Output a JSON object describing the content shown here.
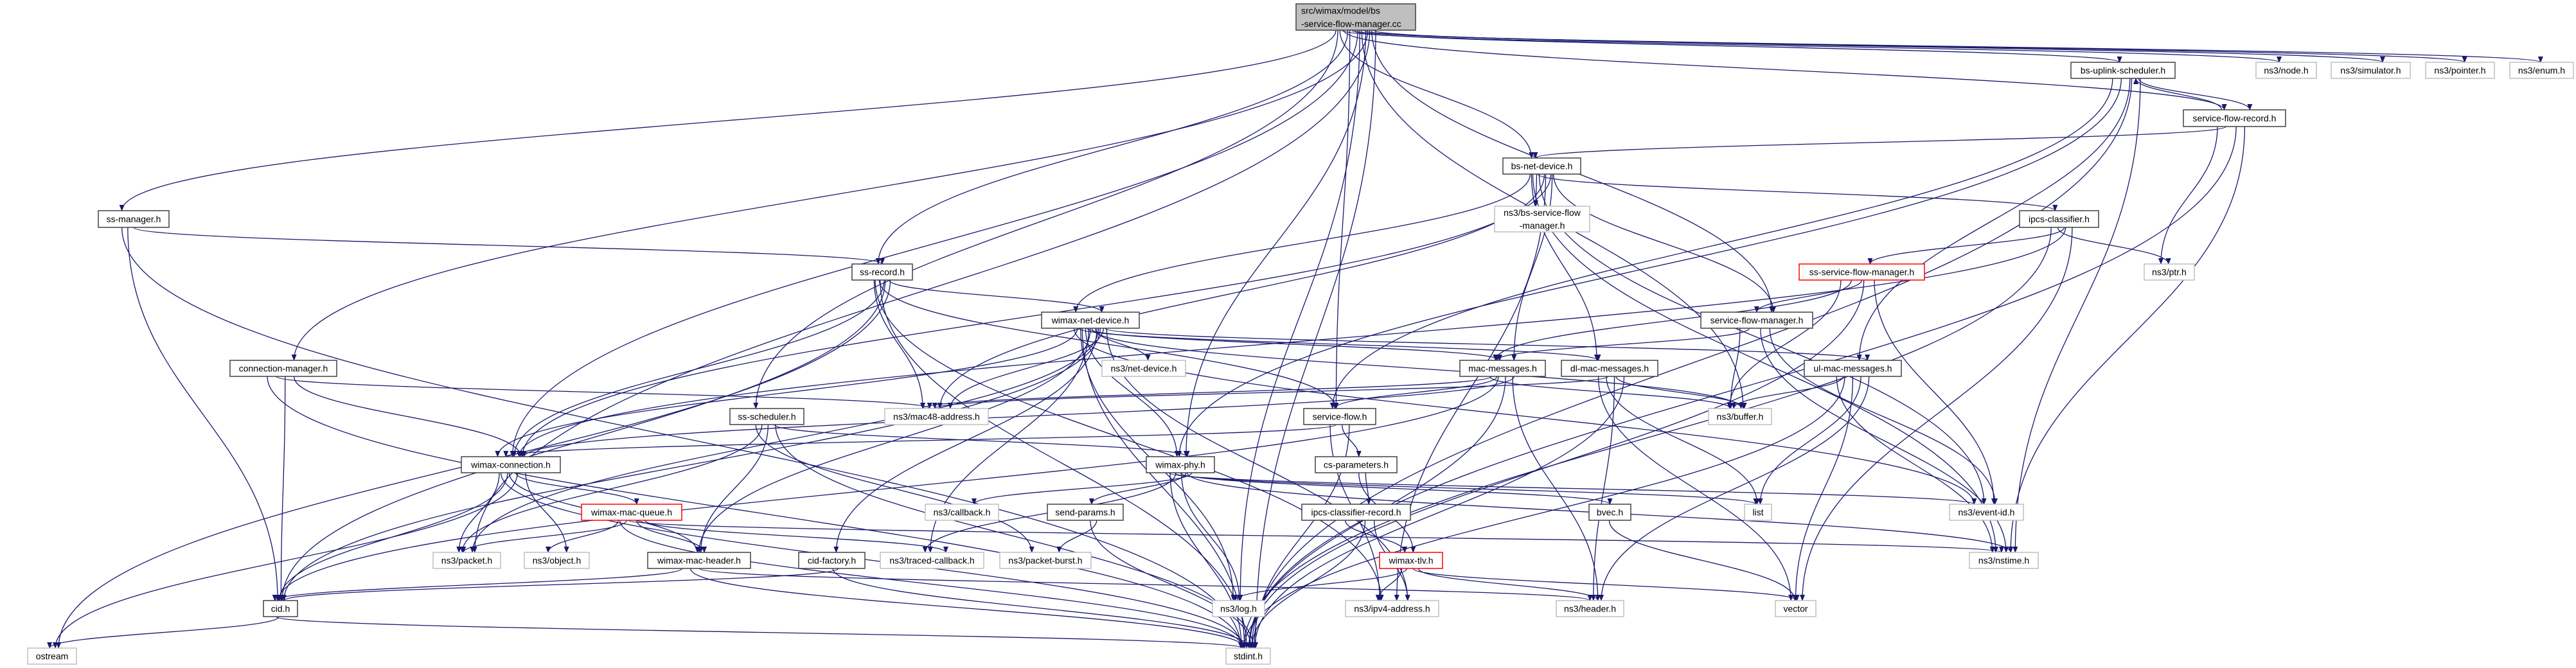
{
  "graph": {
    "type": "include-dependency-graph",
    "colors": {
      "edge": "#191970",
      "documented_border": "#404040",
      "external_border": "#bfbfbf",
      "incomplete_border": "#ff0000",
      "root_fill": "#bfbfbf"
    },
    "nodes": [
      {
        "id": "root",
        "label": [
          "src/wimax/model/bs",
          "-service-flow-manager.cc"
        ],
        "kind": "root"
      },
      {
        "id": "bsus",
        "label": [
          "bs-uplink-scheduler.h"
        ],
        "kind": "documented"
      },
      {
        "id": "node",
        "label": [
          "ns3/node.h"
        ],
        "kind": "external"
      },
      {
        "id": "sim",
        "label": [
          "ns3/simulator.h"
        ],
        "kind": "external"
      },
      {
        "id": "pointer",
        "label": [
          "ns3/pointer.h"
        ],
        "kind": "external"
      },
      {
        "id": "enum",
        "label": [
          "ns3/enum.h"
        ],
        "kind": "external"
      },
      {
        "id": "sfr",
        "label": [
          "service-flow-record.h"
        ],
        "kind": "documented"
      },
      {
        "id": "bsnd",
        "label": [
          "bs-net-device.h"
        ],
        "kind": "documented"
      },
      {
        "id": "ssm",
        "label": [
          "ss-manager.h"
        ],
        "kind": "documented"
      },
      {
        "id": "bssfm",
        "label": [
          "ns3/bs-service-flow",
          "-manager.h"
        ],
        "kind": "external"
      },
      {
        "id": "ipcs",
        "label": [
          "ipcs-classifier.h"
        ],
        "kind": "documented"
      },
      {
        "id": "ssr",
        "label": [
          "ss-record.h"
        ],
        "kind": "documented"
      },
      {
        "id": "sssfm",
        "label": [
          "ss-service-flow-manager.h"
        ],
        "kind": "incomplete"
      },
      {
        "id": "ptr",
        "label": [
          "ns3/ptr.h"
        ],
        "kind": "external"
      },
      {
        "id": "wnd",
        "label": [
          "wimax-net-device.h"
        ],
        "kind": "documented"
      },
      {
        "id": "sfmgr",
        "label": [
          "service-flow-manager.h"
        ],
        "kind": "documented"
      },
      {
        "id": "cm",
        "label": [
          "connection-manager.h"
        ],
        "kind": "documented"
      },
      {
        "id": "netdev",
        "label": [
          "ns3/net-device.h"
        ],
        "kind": "external"
      },
      {
        "id": "macm",
        "label": [
          "mac-messages.h"
        ],
        "kind": "documented"
      },
      {
        "id": "dlm",
        "label": [
          "dl-mac-messages.h"
        ],
        "kind": "documented"
      },
      {
        "id": "ulm",
        "label": [
          "ul-mac-messages.h"
        ],
        "kind": "documented"
      },
      {
        "id": "sss",
        "label": [
          "ss-scheduler.h"
        ],
        "kind": "documented"
      },
      {
        "id": "mac48",
        "label": [
          "ns3/mac48-address.h"
        ],
        "kind": "external"
      },
      {
        "id": "sf",
        "label": [
          "service-flow.h"
        ],
        "kind": "documented"
      },
      {
        "id": "buf",
        "label": [
          "ns3/buffer.h"
        ],
        "kind": "external"
      },
      {
        "id": "wc",
        "label": [
          "wimax-connection.h"
        ],
        "kind": "documented"
      },
      {
        "id": "phy",
        "label": [
          "wimax-phy.h"
        ],
        "kind": "documented"
      },
      {
        "id": "csp",
        "label": [
          "cs-parameters.h"
        ],
        "kind": "documented"
      },
      {
        "id": "wmq",
        "label": [
          "wimax-mac-queue.h"
        ],
        "kind": "incomplete"
      },
      {
        "id": "cb",
        "label": [
          "ns3/callback.h"
        ],
        "kind": "external"
      },
      {
        "id": "sp",
        "label": [
          "send-params.h"
        ],
        "kind": "documented"
      },
      {
        "id": "bvec",
        "label": [
          "bvec.h"
        ],
        "kind": "documented"
      },
      {
        "id": "list",
        "label": [
          "list"
        ],
        "kind": "external"
      },
      {
        "id": "eid",
        "label": [
          "ns3/event-id.h"
        ],
        "kind": "external"
      },
      {
        "id": "icr",
        "label": [
          "ipcs-classifier-record.h"
        ],
        "kind": "documented"
      },
      {
        "id": "pkt",
        "label": [
          "ns3/packet.h"
        ],
        "kind": "external"
      },
      {
        "id": "obj",
        "label": [
          "ns3/object.h"
        ],
        "kind": "external"
      },
      {
        "id": "wmh",
        "label": [
          "wimax-mac-header.h"
        ],
        "kind": "documented"
      },
      {
        "id": "cidf",
        "label": [
          "cid-factory.h"
        ],
        "kind": "documented"
      },
      {
        "id": "tcb",
        "label": [
          "ns3/traced-callback.h"
        ],
        "kind": "external"
      },
      {
        "id": "pb",
        "label": [
          "ns3/packet-burst.h"
        ],
        "kind": "external"
      },
      {
        "id": "wtlv",
        "label": [
          "wimax-tlv.h"
        ],
        "kind": "incomplete"
      },
      {
        "id": "nst",
        "label": [
          "ns3/nstime.h"
        ],
        "kind": "external"
      },
      {
        "id": "cid",
        "label": [
          "cid.h"
        ],
        "kind": "documented"
      },
      {
        "id": "log",
        "label": [
          "ns3/log.h"
        ],
        "kind": "external"
      },
      {
        "id": "ipv4",
        "label": [
          "ns3/ipv4-address.h"
        ],
        "kind": "external"
      },
      {
        "id": "hdr",
        "label": [
          "ns3/header.h"
        ],
        "kind": "external"
      },
      {
        "id": "vec",
        "label": [
          "vector"
        ],
        "kind": "external"
      },
      {
        "id": "ostream",
        "label": [
          "ostream"
        ],
        "kind": "external"
      },
      {
        "id": "stdint",
        "label": [
          "stdint.h"
        ],
        "kind": "external"
      }
    ],
    "edges": [
      [
        "root",
        "ssm"
      ],
      [
        "root",
        "cm"
      ],
      [
        "root",
        "wc"
      ],
      [
        "root",
        "ssr"
      ],
      [
        "root",
        "sss"
      ],
      [
        "root",
        "pkt"
      ],
      [
        "root",
        "log"
      ],
      [
        "root",
        "sf"
      ],
      [
        "root",
        "bsnd"
      ],
      [
        "root",
        "sfmgr"
      ],
      [
        "root",
        "buf"
      ],
      [
        "root",
        "bsus"
      ],
      [
        "root",
        "node"
      ],
      [
        "root",
        "sim"
      ],
      [
        "root",
        "pointer"
      ],
      [
        "root",
        "enum"
      ],
      [
        "root",
        "sfr"
      ],
      [
        "root",
        "stdint"
      ],
      [
        "root",
        "phy"
      ],
      [
        "ssm",
        "ssr"
      ],
      [
        "ssm",
        "cid"
      ],
      [
        "ssm",
        "stdint"
      ],
      [
        "cm",
        "wc"
      ],
      [
        "cm",
        "cid"
      ],
      [
        "cm",
        "mac48"
      ],
      [
        "cm",
        "stdint"
      ],
      [
        "ssr",
        "wnd"
      ],
      [
        "ssr",
        "wc"
      ],
      [
        "ssr",
        "sf"
      ],
      [
        "ssr",
        "mac48"
      ],
      [
        "ssr",
        "ostream"
      ],
      [
        "ssr",
        "cid"
      ],
      [
        "ssr",
        "stdint"
      ],
      [
        "ssr",
        "ipv4"
      ],
      [
        "bsus",
        "sfr"
      ],
      [
        "bsus",
        "ulm"
      ],
      [
        "bsus",
        "phy"
      ],
      [
        "bsus",
        "sf"
      ],
      [
        "bsus",
        "nst"
      ],
      [
        "bsus",
        "stdint"
      ],
      [
        "sfr",
        "bsus"
      ],
      [
        "sfr",
        "bsnd"
      ],
      [
        "sfr",
        "ptr"
      ],
      [
        "sfr",
        "nst"
      ],
      [
        "sfr",
        "stdint"
      ],
      [
        "bsnd",
        "bssfm"
      ],
      [
        "bsnd",
        "wnd"
      ],
      [
        "bsnd",
        "wc"
      ],
      [
        "bsnd",
        "mac48"
      ],
      [
        "bsnd",
        "ipcs"
      ],
      [
        "bsnd",
        "dlm"
      ],
      [
        "bsnd",
        "macm"
      ],
      [
        "bsnd",
        "ipv4"
      ],
      [
        "bsnd",
        "eid"
      ],
      [
        "bsnd",
        "nst"
      ],
      [
        "bsnd",
        "sfmgr"
      ],
      [
        "ipcs",
        "sssfm"
      ],
      [
        "ipcs",
        "ptr"
      ],
      [
        "ipcs",
        "stdint"
      ],
      [
        "ipcs",
        "vec"
      ],
      [
        "ipcs",
        "wc"
      ],
      [
        "sssfm",
        "sfmgr"
      ],
      [
        "sssfm",
        "macm"
      ],
      [
        "sssfm",
        "buf"
      ],
      [
        "sssfm",
        "eid"
      ],
      [
        "sssfm",
        "stdint"
      ],
      [
        "sfmgr",
        "macm"
      ],
      [
        "sfmgr",
        "buf"
      ],
      [
        "sfmgr",
        "eid"
      ],
      [
        "sfmgr",
        "nst"
      ],
      [
        "wnd",
        "phy"
      ],
      [
        "wnd",
        "wc"
      ],
      [
        "wnd",
        "mac48"
      ],
      [
        "wnd",
        "netdev"
      ],
      [
        "wnd",
        "macm"
      ],
      [
        "wnd",
        "dlm"
      ],
      [
        "wnd",
        "ulm"
      ],
      [
        "wnd",
        "cidf"
      ],
      [
        "wnd",
        "tcb"
      ],
      [
        "wnd",
        "log"
      ],
      [
        "wnd",
        "ipv4"
      ],
      [
        "wnd",
        "pkt"
      ],
      [
        "wnd",
        "wmh"
      ],
      [
        "wnd",
        "stdint"
      ],
      [
        "wnd",
        "eid"
      ],
      [
        "wnd",
        "cid"
      ],
      [
        "wnd",
        "buf"
      ],
      [
        "macm",
        "sf"
      ],
      [
        "macm",
        "buf"
      ],
      [
        "macm",
        "hdr"
      ],
      [
        "macm",
        "stdint"
      ],
      [
        "macm",
        "cid"
      ],
      [
        "macm",
        "mac48"
      ],
      [
        "macm",
        "wc"
      ],
      [
        "dlm",
        "hdr"
      ],
      [
        "dlm",
        "list"
      ],
      [
        "dlm",
        "vec"
      ],
      [
        "dlm",
        "stdint"
      ],
      [
        "dlm",
        "buf"
      ],
      [
        "dlm",
        "mac48"
      ],
      [
        "ulm",
        "buf"
      ],
      [
        "ulm",
        "hdr"
      ],
      [
        "ulm",
        "list"
      ],
      [
        "ulm",
        "vec"
      ],
      [
        "ulm",
        "stdint"
      ],
      [
        "ulm",
        "nst"
      ],
      [
        "sss",
        "phy"
      ],
      [
        "sss",
        "wmh"
      ],
      [
        "sss",
        "pkt"
      ],
      [
        "sss",
        "pb"
      ],
      [
        "sss",
        "stdint"
      ],
      [
        "sf",
        "csp"
      ],
      [
        "sf",
        "wc"
      ],
      [
        "sf",
        "ipv4"
      ],
      [
        "sf",
        "stdint"
      ],
      [
        "wc",
        "wmq"
      ],
      [
        "wc",
        "cid"
      ],
      [
        "wc",
        "pkt"
      ],
      [
        "wc",
        "obj"
      ],
      [
        "wc",
        "ostream"
      ],
      [
        "wc",
        "wmh"
      ],
      [
        "wc",
        "stdint"
      ],
      [
        "phy",
        "cb"
      ],
      [
        "phy",
        "sp"
      ],
      [
        "phy",
        "bvec"
      ],
      [
        "phy",
        "list"
      ],
      [
        "phy",
        "eid"
      ],
      [
        "phy",
        "nst"
      ],
      [
        "phy",
        "log"
      ],
      [
        "phy",
        "tcb"
      ],
      [
        "phy",
        "stdint"
      ],
      [
        "csp",
        "icr"
      ],
      [
        "csp",
        "wtlv"
      ],
      [
        "wmq",
        "pkt"
      ],
      [
        "wmq",
        "obj"
      ],
      [
        "wmq",
        "tcb"
      ],
      [
        "wmq",
        "wmh"
      ],
      [
        "wmq",
        "nst"
      ],
      [
        "wmq",
        "stdint"
      ],
      [
        "sp",
        "pb"
      ],
      [
        "sp",
        "stdint"
      ],
      [
        "bvec",
        "vec"
      ],
      [
        "icr",
        "wtlv"
      ],
      [
        "icr",
        "ipv4"
      ],
      [
        "icr",
        "stdint"
      ],
      [
        "wmh",
        "hdr"
      ],
      [
        "wmh",
        "stdint"
      ],
      [
        "wmh",
        "cid"
      ],
      [
        "cidf",
        "cid"
      ],
      [
        "cidf",
        "stdint"
      ],
      [
        "wtlv",
        "log"
      ],
      [
        "wtlv",
        "ipv4"
      ],
      [
        "wtlv",
        "hdr"
      ],
      [
        "wtlv",
        "vec"
      ],
      [
        "cid",
        "ostream"
      ],
      [
        "cid",
        "stdint"
      ]
    ]
  }
}
